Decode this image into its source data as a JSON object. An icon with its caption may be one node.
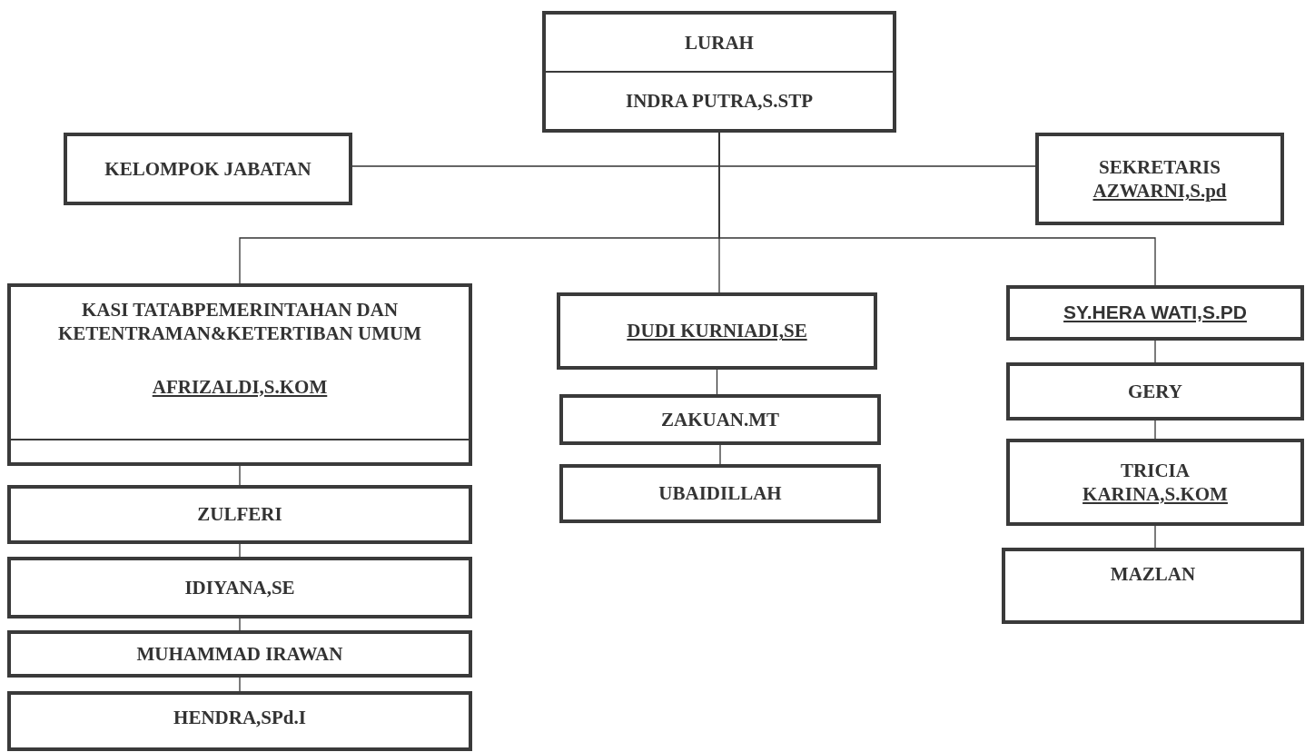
{
  "diagram": {
    "nodes": [
      {
        "text": [
          "LURAH",
          "INDRA PUTRA,S.STP"
        ]
      },
      {
        "text": [
          "KELOMPOK JABATAN"
        ]
      },
      {
        "text": [
          "SEKRETARIS",
          "AZWARNI,S.pd"
        ]
      },
      {
        "text": [
          "KASI TATABPEMERINTAHAN DAN KETENTRAMAN&KETERTIBAN UMUM",
          "AFRIZALDI,S.KOM"
        ]
      },
      {
        "text": [
          "ZULFERI"
        ]
      },
      {
        "text": [
          "IDIYANA,SE"
        ]
      },
      {
        "text": [
          "MUHAMMAD IRAWAN"
        ]
      },
      {
        "text": [
          "HENDRA,SPd.I"
        ]
      },
      {
        "text": [
          "DUDI KURNIADI,SE"
        ]
      },
      {
        "text": [
          "ZAKUAN.MT"
        ]
      },
      {
        "text": [
          "UBAIDILLAH"
        ]
      },
      {
        "text": [
          "SY.HERA WATI,S.PD"
        ]
      },
      {
        "text": [
          "GERY"
        ]
      },
      {
        "text": [
          "TRICIA",
          "KARINA,S.KOM"
        ]
      },
      {
        "text": [
          "MAZLAN"
        ]
      }
    ],
    "edges": [
      {
        "from": 0,
        "to": 1,
        "arrow": "none"
      },
      {
        "from": 0,
        "to": 2,
        "arrow": "none"
      },
      {
        "from": 0,
        "to": 3,
        "arrow": "none"
      },
      {
        "from": 0,
        "to": 8,
        "arrow": "none"
      },
      {
        "from": 0,
        "to": 11,
        "arrow": "none"
      },
      {
        "from": 3,
        "to": 4,
        "arrow": "none"
      },
      {
        "from": 4,
        "to": 5,
        "arrow": "none"
      },
      {
        "from": 5,
        "to": 6,
        "arrow": "none"
      },
      {
        "from": 6,
        "to": 7,
        "arrow": "none"
      },
      {
        "from": 8,
        "to": 9,
        "arrow": "none"
      },
      {
        "from": 9,
        "to": 10,
        "arrow": "none"
      },
      {
        "from": 11,
        "to": 12,
        "arrow": "none"
      },
      {
        "from": 12,
        "to": 13,
        "arrow": "none"
      },
      {
        "from": 13,
        "to": 14,
        "arrow": "none"
      }
    ]
  }
}
